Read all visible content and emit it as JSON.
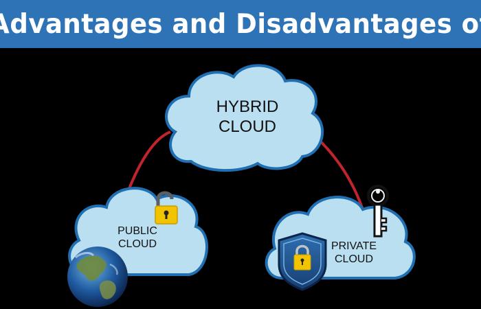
{
  "header": {
    "title": "Advantages and Disadvantages of"
  },
  "diagram": {
    "hybrid": {
      "line1": "HYBRID",
      "line2": "CLOUD"
    },
    "public": {
      "line1": "PUBLIC",
      "line2": "CLOUD"
    },
    "private": {
      "line1": "PRIVATE",
      "line2": "CLOUD"
    }
  },
  "icons": [
    "open-padlock-icon",
    "key-icon",
    "shield-lock-icon",
    "globe-icon"
  ],
  "colors": {
    "banner": "#2d73b6",
    "background": "#000000",
    "cloud_fill": "#b9dff0",
    "cloud_stroke": "#1f6fb2",
    "connector": "#c0242c",
    "lock_gold": "#f2c400"
  }
}
